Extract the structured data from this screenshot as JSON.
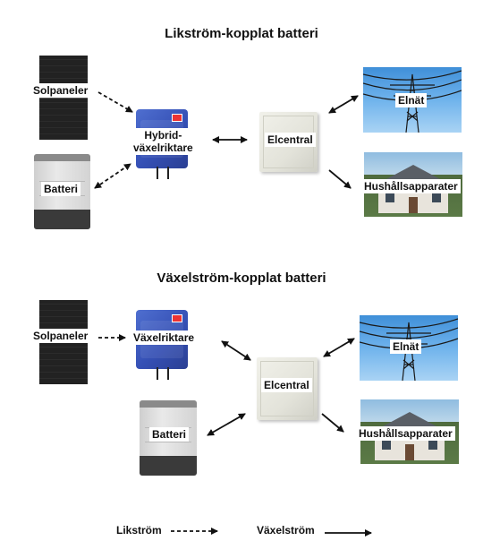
{
  "diagrams": [
    {
      "title": "Likström-kopplat batteri",
      "labels": {
        "solar": "Solpaneler",
        "battery": "Batteri",
        "inverter_line1": "Hybrid-",
        "inverter_line2": "växelriktare",
        "panel": "Elcentral",
        "grid": "Elnät",
        "appliances": "Hushållsapparater"
      }
    },
    {
      "title": "Växelström-kopplat batteri",
      "labels": {
        "solar": "Solpaneler",
        "battery": "Batteri",
        "inverter": "Växelriktare",
        "panel": "Elcentral",
        "grid": "Elnät",
        "appliances": "Hushållsapparater"
      }
    }
  ],
  "legend": {
    "dc": "Likström",
    "ac": "Växelström"
  }
}
